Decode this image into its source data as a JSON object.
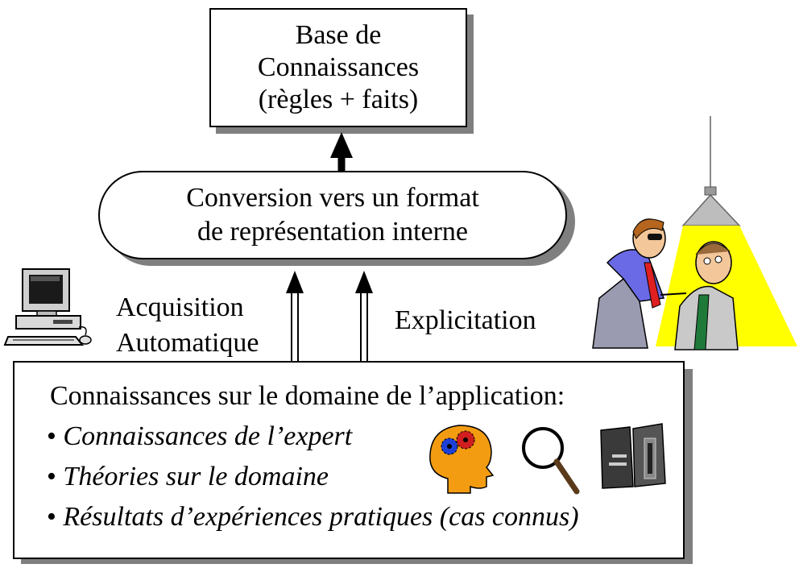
{
  "knowledge_base": {
    "line1": "Base de",
    "line2": "Connaissances",
    "line3": "(règles + faits)"
  },
  "conversion": {
    "line1": "Conversion vers un format",
    "line2": "de représentation interne"
  },
  "acquisition": {
    "line1": "Acquisition",
    "line2": "Automatique"
  },
  "explicitation": "Explicitation",
  "domain": {
    "title": "Connaissances sur le domaine de l’application:",
    "items": [
      {
        "bullet": "•",
        "text": "Connaissances de l’expert"
      },
      {
        "bullet": "•",
        "text": "Théories sur le domaine"
      },
      {
        "bullet": "•",
        "text": "Résultats d’expériences pratiques (cas connus)"
      }
    ]
  },
  "icons": [
    "computer-icon",
    "interrogation-scene-icon",
    "head-gears-icon",
    "magnifier-icon",
    "book-icon"
  ]
}
